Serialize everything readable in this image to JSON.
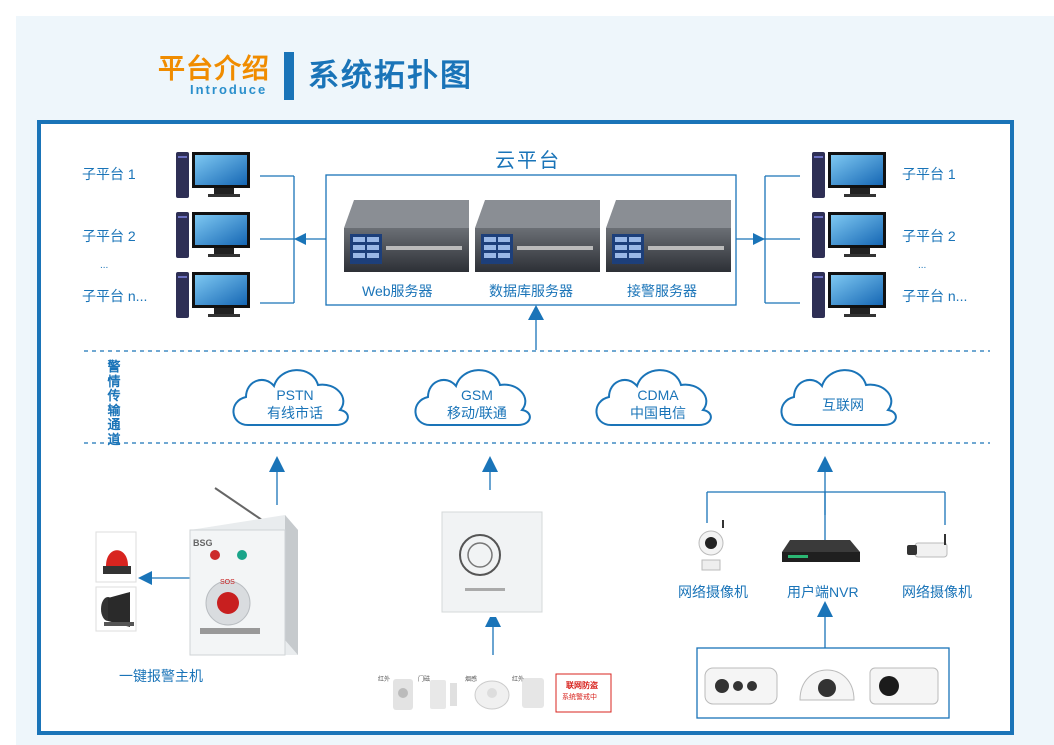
{
  "header": {
    "intro_cn": "平台介绍",
    "intro_en": "Introduce",
    "title": "系统拓扑图"
  },
  "cloud_platform": {
    "title": "云平台",
    "servers": [
      {
        "label": "Web服务器"
      },
      {
        "label": "数据库服务器"
      },
      {
        "label": "接警服务器"
      }
    ]
  },
  "sub_platforms_left": [
    {
      "label": "子平台 1"
    },
    {
      "label": "子平台 2"
    },
    {
      "label": "..."
    },
    {
      "label": "子平台 n..."
    }
  ],
  "sub_platforms_right": [
    {
      "label": "子平台 1"
    },
    {
      "label": "子平台 2"
    },
    {
      "label": "..."
    },
    {
      "label": "子平台 n..."
    }
  ],
  "channel_label": "警情传输通道",
  "networks": [
    {
      "line1": "PSTN",
      "line2": "有线市话"
    },
    {
      "line1": "GSM",
      "line2": "移动/联通"
    },
    {
      "line1": "CDMA",
      "line2": "中国电信"
    },
    {
      "line1": "",
      "line2": "互联网"
    }
  ],
  "alarm_host": {
    "label": "一键报警主机",
    "brand": "BSG",
    "sos": "SOS"
  },
  "sensors": {
    "labels": [
      "红外",
      "门磁",
      "烟感",
      "红外"
    ],
    "sign_line1": "联网防盗",
    "sign_line2": "系统警戒中"
  },
  "cameras": {
    "camera_left": "网络摄像机",
    "nvr": "用户端NVR",
    "camera_right": "网络摄像机"
  },
  "colors": {
    "primary": "#1a74b8",
    "accent": "#f08c00",
    "background": "#eef6fb"
  }
}
